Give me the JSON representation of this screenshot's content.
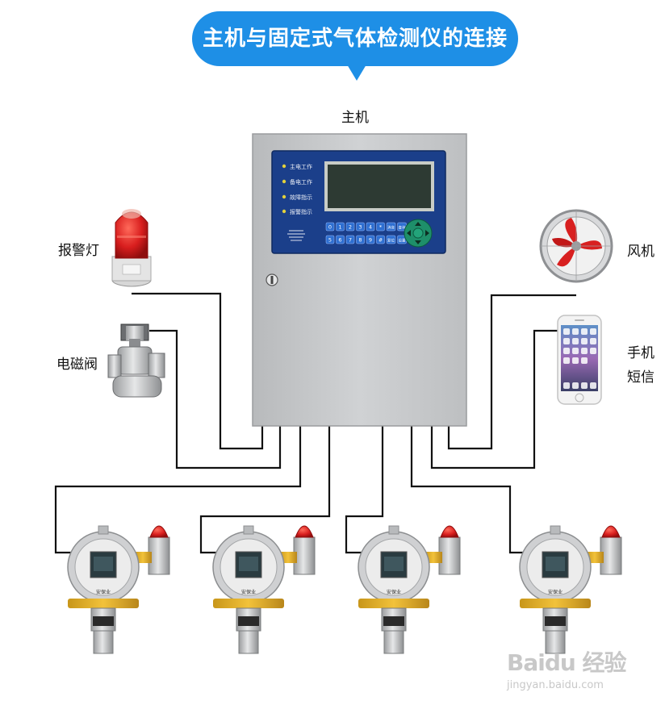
{
  "title": "主机与固定式气体检测仪的连接",
  "labels": {
    "host": "主机",
    "alarm_light": "报警灯",
    "solenoid_valve": "电磁阀",
    "fan": "风机",
    "phone_line1": "手机",
    "phone_line2": "短信"
  },
  "panel": {
    "indicators": [
      "主电工作",
      "备电工作",
      "故障指示",
      "报警指示"
    ],
    "keys_row1": [
      "0",
      "1",
      "2",
      "3",
      "4",
      "*",
      "消音",
      "查询"
    ],
    "keys_row2": [
      "5",
      "6",
      "7",
      "8",
      "9",
      "#",
      "复位",
      "设置"
    ]
  },
  "detectors": [
    {
      "display": "安保业"
    },
    {
      "display": "安保业"
    },
    {
      "display": "安保业"
    },
    {
      "display": "安保业"
    }
  ],
  "watermark": {
    "logo": "Baidu 经验",
    "url": "jingyan.baidu.com"
  },
  "colors": {
    "accent": "#1e8fe6",
    "cabinet": "#c6c8ca",
    "wire": "#111111",
    "panel": "#1b3f8a",
    "screen": "#2d3a33",
    "alarm_red": "#d81e1e"
  }
}
